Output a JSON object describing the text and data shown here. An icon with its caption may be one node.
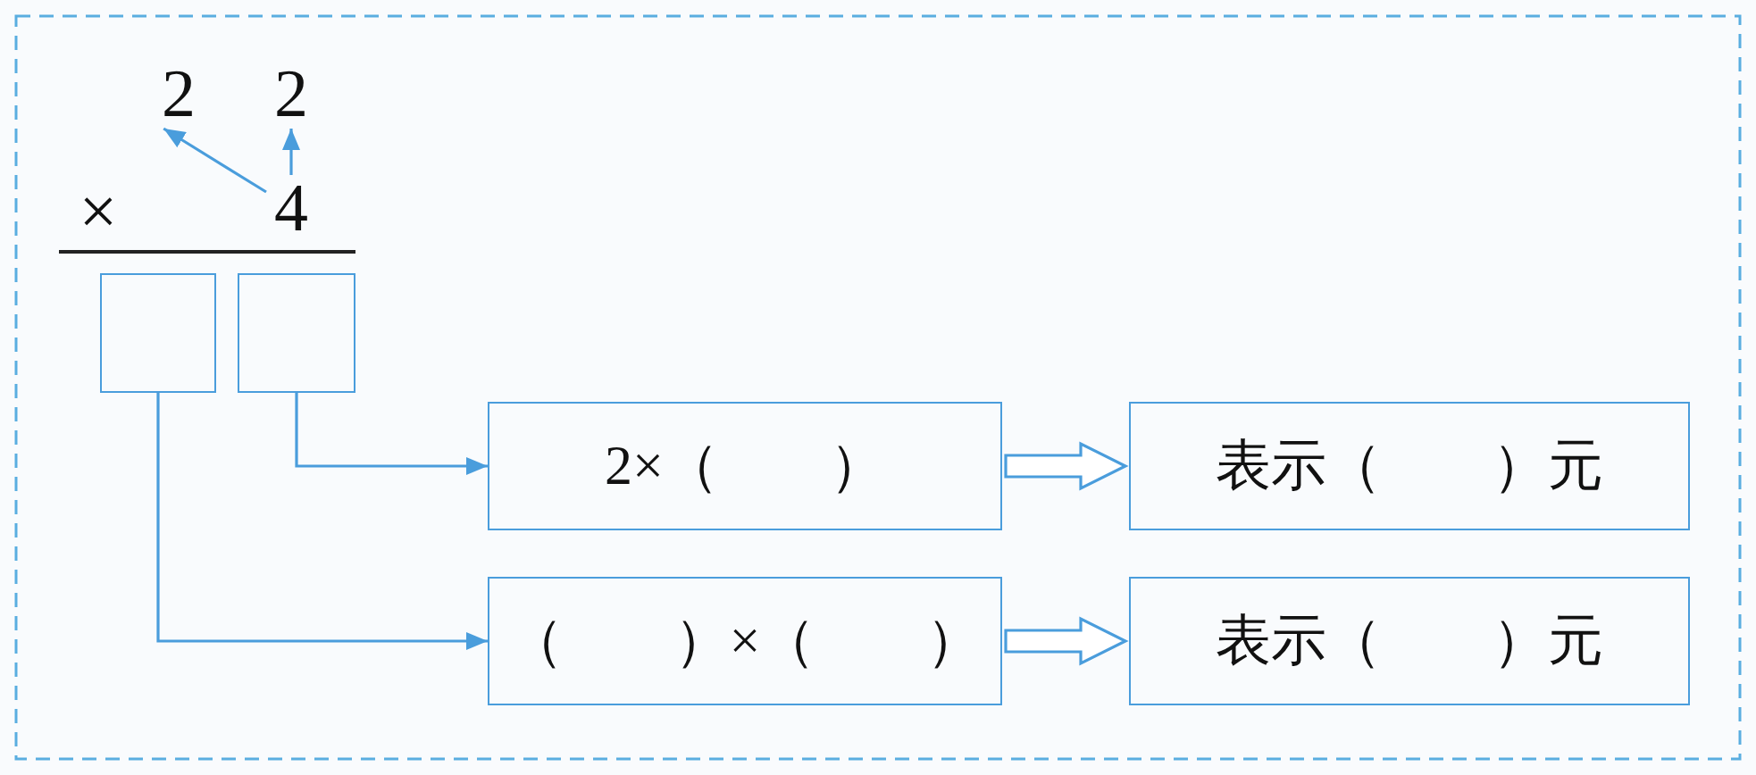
{
  "diagram": {
    "nodes": [
      {
        "text": [
          "2"
        ]
      },
      {
        "text": [
          "2"
        ]
      },
      {
        "text": [
          "4"
        ]
      },
      {
        "text": [],
        "shape": "box"
      },
      {
        "text": [],
        "shape": "box"
      },
      {
        "text": [
          "2×（　　）"
        ]
      },
      {
        "text": [
          "（　　）×（　　）"
        ]
      },
      {
        "text": [
          "表示（　　）元"
        ]
      },
      {
        "text": [
          "表示（　　）元"
        ]
      }
    ],
    "edges": [
      {
        "from": 2,
        "to": 0,
        "arrow": "to"
      },
      {
        "from": 2,
        "to": 1,
        "arrow": "to"
      },
      {
        "from": 4,
        "to": 5,
        "arrow": "to"
      },
      {
        "from": 3,
        "to": 6,
        "arrow": "to"
      },
      {
        "from": 5,
        "to": 7,
        "arrow": "to",
        "style": "thick"
      },
      {
        "from": 6,
        "to": 8,
        "arrow": "to",
        "style": "thick"
      }
    ],
    "labels": [
      "×"
    ]
  }
}
